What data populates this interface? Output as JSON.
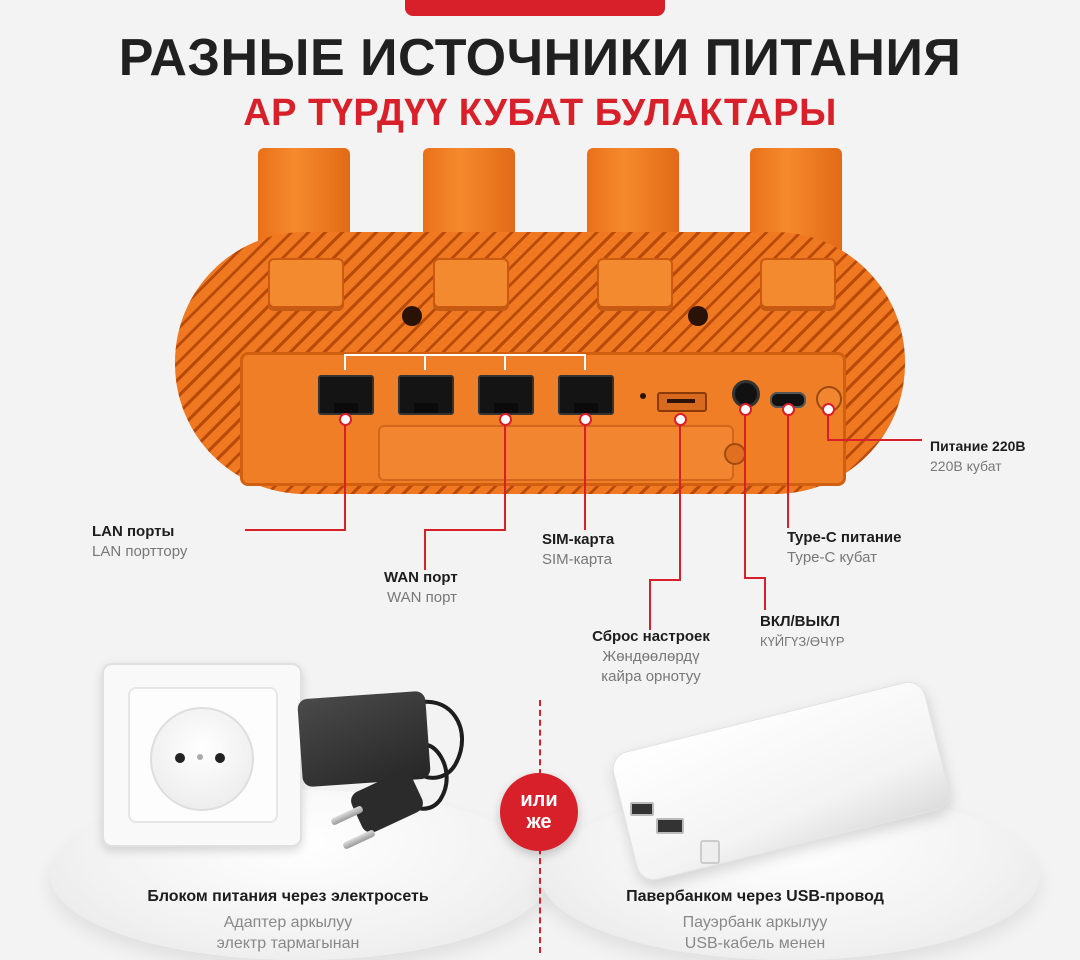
{
  "title": {
    "ru": "РАЗНЫЕ ИСТОЧНИКИ ПИТАНИЯ",
    "ky": "АР ТҮРДҮҮ КУБАТ БУЛАКТАРЫ"
  },
  "callouts": {
    "lan": {
      "label": "LAN порты",
      "sub": "LAN порттору"
    },
    "wan": {
      "label": "WAN порт",
      "sub": "WAN порт"
    },
    "sim": {
      "label": "SIM-карта",
      "sub": "SIM-карта"
    },
    "reset": {
      "label": "Сброс настроек",
      "sub1": "Жөндөөлөрдү",
      "sub2": "кайра орнотуу"
    },
    "onoff": {
      "label": "ВКЛ/ВЫКЛ",
      "sub": "КҮЙГҮЗ/ӨЧҮР"
    },
    "typec": {
      "label": "Type-C питание",
      "sub": "Type-C кубат"
    },
    "power220": {
      "label": "Питание 220В",
      "sub": "220В кубат"
    }
  },
  "bottom": {
    "left": {
      "title": "Блоком питания через электросеть",
      "sub1": "Адаптер аркылуу",
      "sub2": "электр тармагынан"
    },
    "or": {
      "ru": "или",
      "ky": "же"
    },
    "right": {
      "title": "Павербанком через USB-провод",
      "sub1": "Пауэрбанк аркылуу",
      "sub2": "USB-кабель менен"
    }
  },
  "colors": {
    "accent": "#d8202a",
    "router_orange": "#f07820",
    "title_dark": "#202020"
  }
}
